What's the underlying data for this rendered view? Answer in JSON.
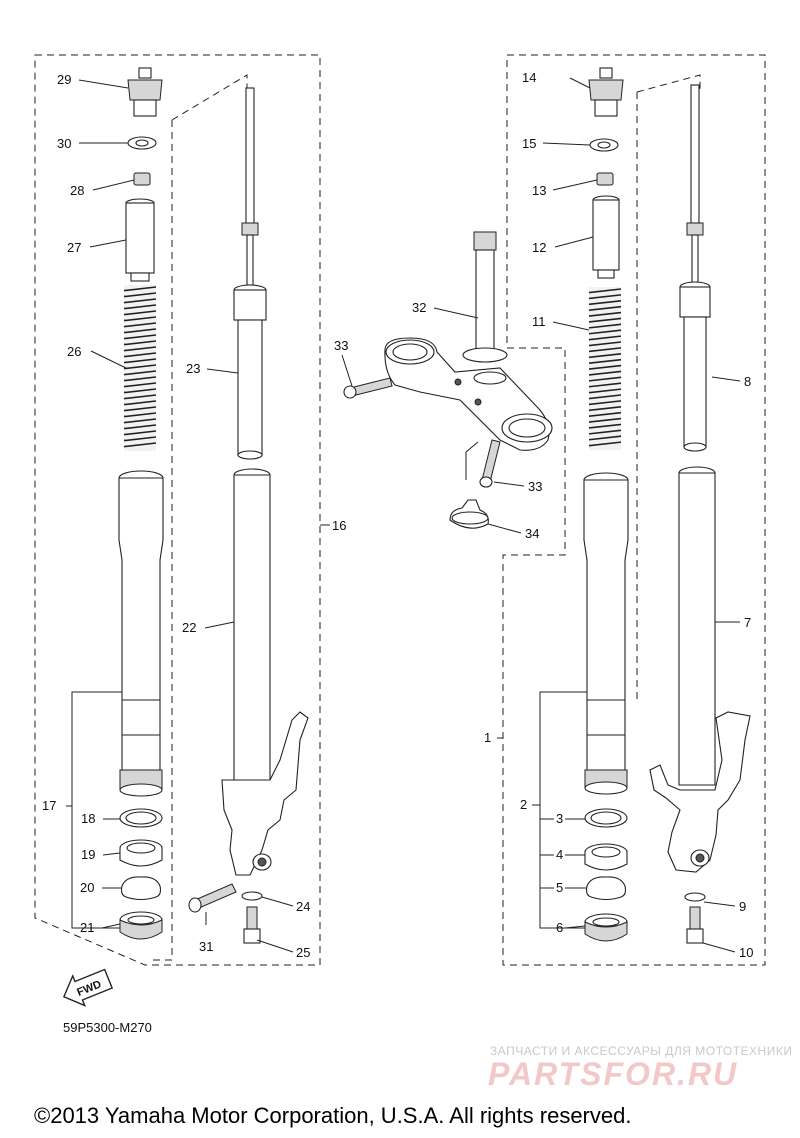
{
  "callouts": [
    "1",
    "2",
    "3",
    "4",
    "5",
    "6",
    "7",
    "8",
    "9",
    "10",
    "11",
    "12",
    "13",
    "14",
    "15",
    "16",
    "17",
    "18",
    "19",
    "20",
    "21",
    "22",
    "23",
    "24",
    "25",
    "26",
    "27",
    "28",
    "29",
    "30",
    "31",
    "32",
    "33",
    "33",
    "34"
  ],
  "arrow_label": "FWD",
  "diagram_code": "59P5300-M270",
  "watermark": {
    "line1": "ЗАПЧАСТИ И АКСЕССУАРЫ ДЛЯ МОТОТЕХНИКИ",
    "line2": "PARTSFOR.RU"
  },
  "copyright": "©2013 Yamaha Motor Corporation, U.S.A. All rights reserved."
}
